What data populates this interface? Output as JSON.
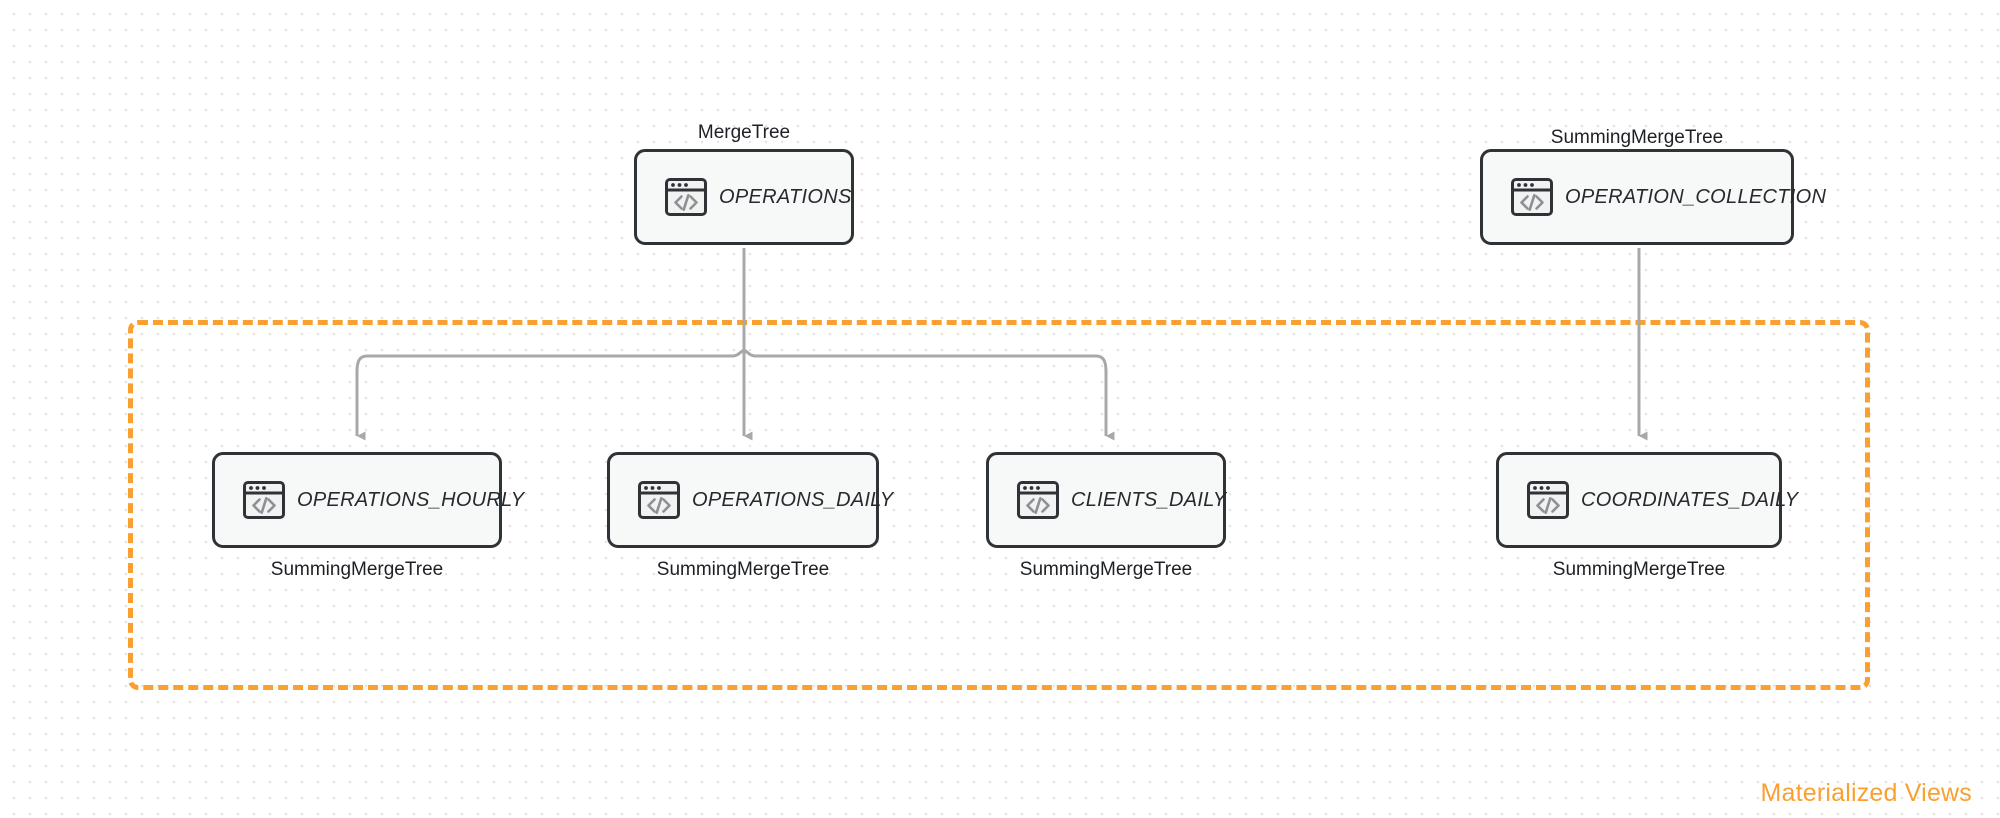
{
  "diagram": {
    "title": "ClickHouse table and materialized views diagram",
    "colors": {
      "accent_orange": "#f9a031",
      "node_border": "#2f3338",
      "node_fill": "#f7f8f8",
      "edge_gray": "#a8a8a8",
      "canvas_bg": "#ffffff",
      "dot_grid": "#e6e2e2"
    },
    "group": {
      "label": "Materialized Views",
      "style": "dashed"
    },
    "icon_name": "code-window-icon",
    "nodes": [
      {
        "id": "operations",
        "label": "OPERATIONS",
        "engine": "MergeTree"
      },
      {
        "id": "operation_collection",
        "label": "OPERATION_COLLECTION",
        "engine": "SummingMergeTree"
      },
      {
        "id": "operations_hourly",
        "label": "OPERATIONS_HOURLY",
        "engine": "SummingMergeTree"
      },
      {
        "id": "operations_daily",
        "label": "OPERATIONS_DAILY",
        "engine": "SummingMergeTree"
      },
      {
        "id": "clients_daily",
        "label": "CLIENTS_DAILY",
        "engine": "SummingMergeTree"
      },
      {
        "id": "coordinates_daily",
        "label": "COORDINATES_DAILY",
        "engine": "SummingMergeTree"
      }
    ],
    "edges": [
      {
        "from": "operations",
        "to": "operations_hourly"
      },
      {
        "from": "operations",
        "to": "operations_daily"
      },
      {
        "from": "operations",
        "to": "clients_daily"
      },
      {
        "from": "operation_collection",
        "to": "coordinates_daily"
      }
    ]
  }
}
